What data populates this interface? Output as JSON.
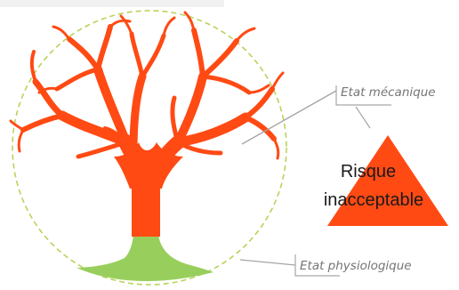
{
  "labels": {
    "mechanical_state": "Etat mécanique",
    "physiological_state": "Etat physiologique",
    "risk_line1": "Risque",
    "risk_line2": "inacceptable"
  },
  "colors": {
    "crown": "#ff4a14",
    "trunk": "#ff4a14",
    "roots": "#98cf5c",
    "circle": "#b9d35a",
    "triangle": "#ff4a14",
    "label_text": "#757575",
    "leader_line": "#a6a6a6",
    "risk_text": "#1a1a1a",
    "header_strip": "#f1f1f1"
  },
  "icons": {
    "tree": "tree-illustration",
    "triangle": "warning-triangle"
  }
}
